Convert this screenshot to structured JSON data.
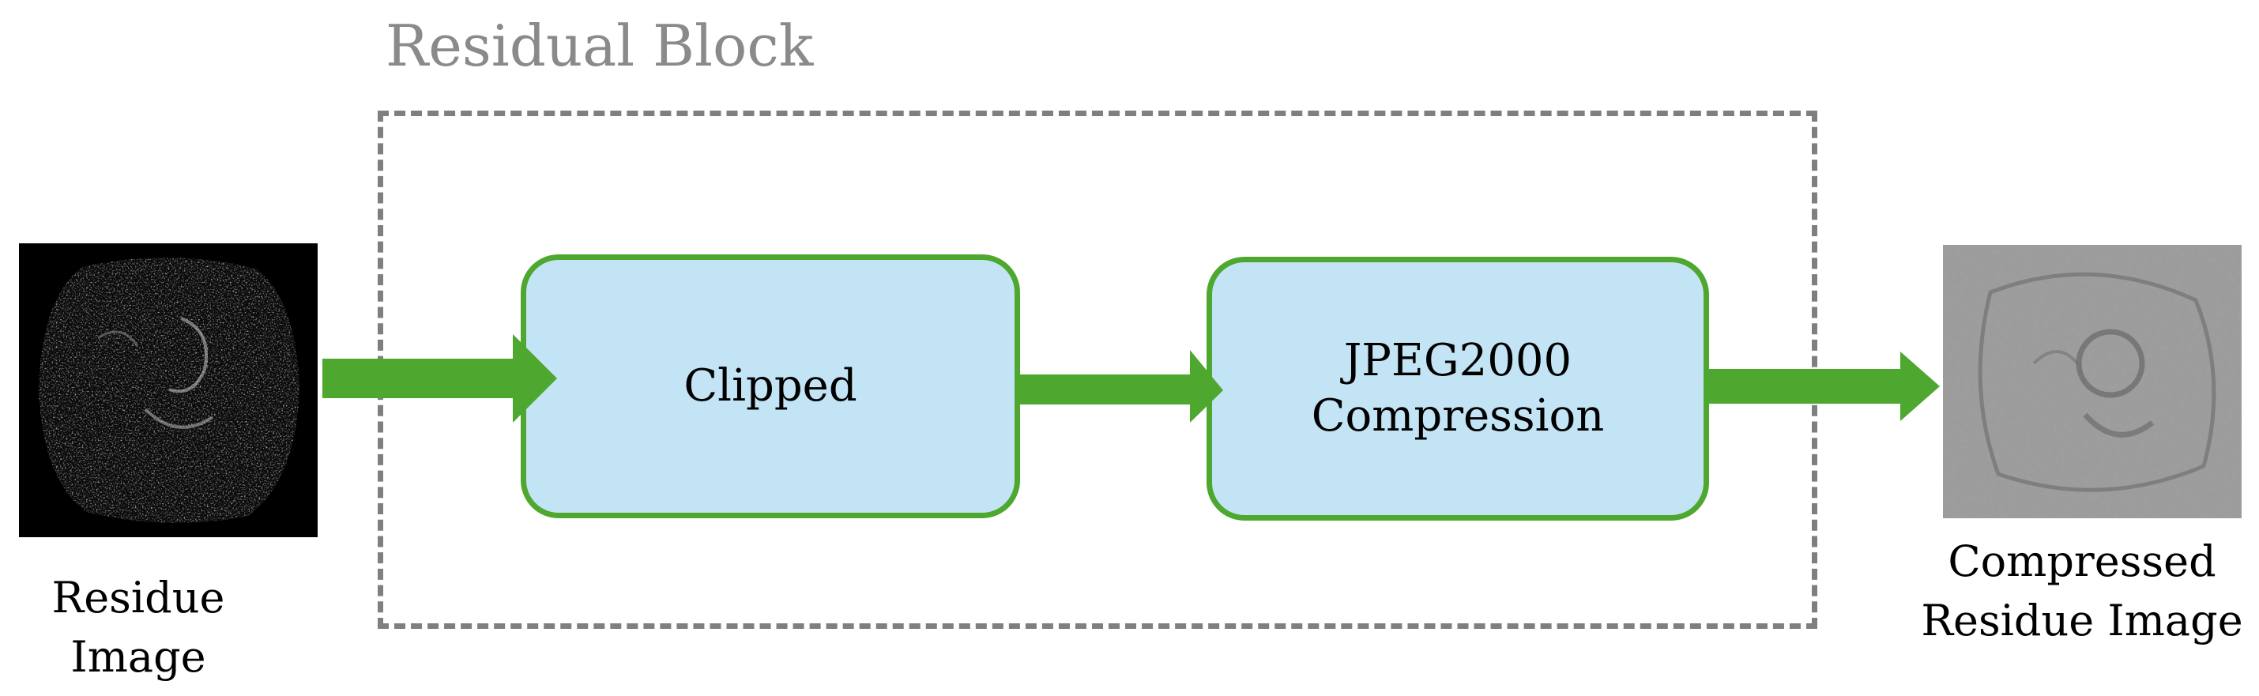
{
  "block": {
    "title": "Residual Block"
  },
  "steps": [
    {
      "label": "Clipped"
    },
    {
      "label_lines": [
        "JPEG2000",
        "Compression"
      ]
    }
  ],
  "input": {
    "label_lines": [
      "Residue",
      "Image"
    ]
  },
  "output": {
    "label_lines": [
      "Compressed",
      "Residue Image"
    ]
  },
  "colors": {
    "arrow": "#4ea72e",
    "box_fill": "#c2e4f4",
    "box_border": "#4ea72e",
    "frame": "#7f7f7f",
    "title": "#8a8a8a"
  }
}
